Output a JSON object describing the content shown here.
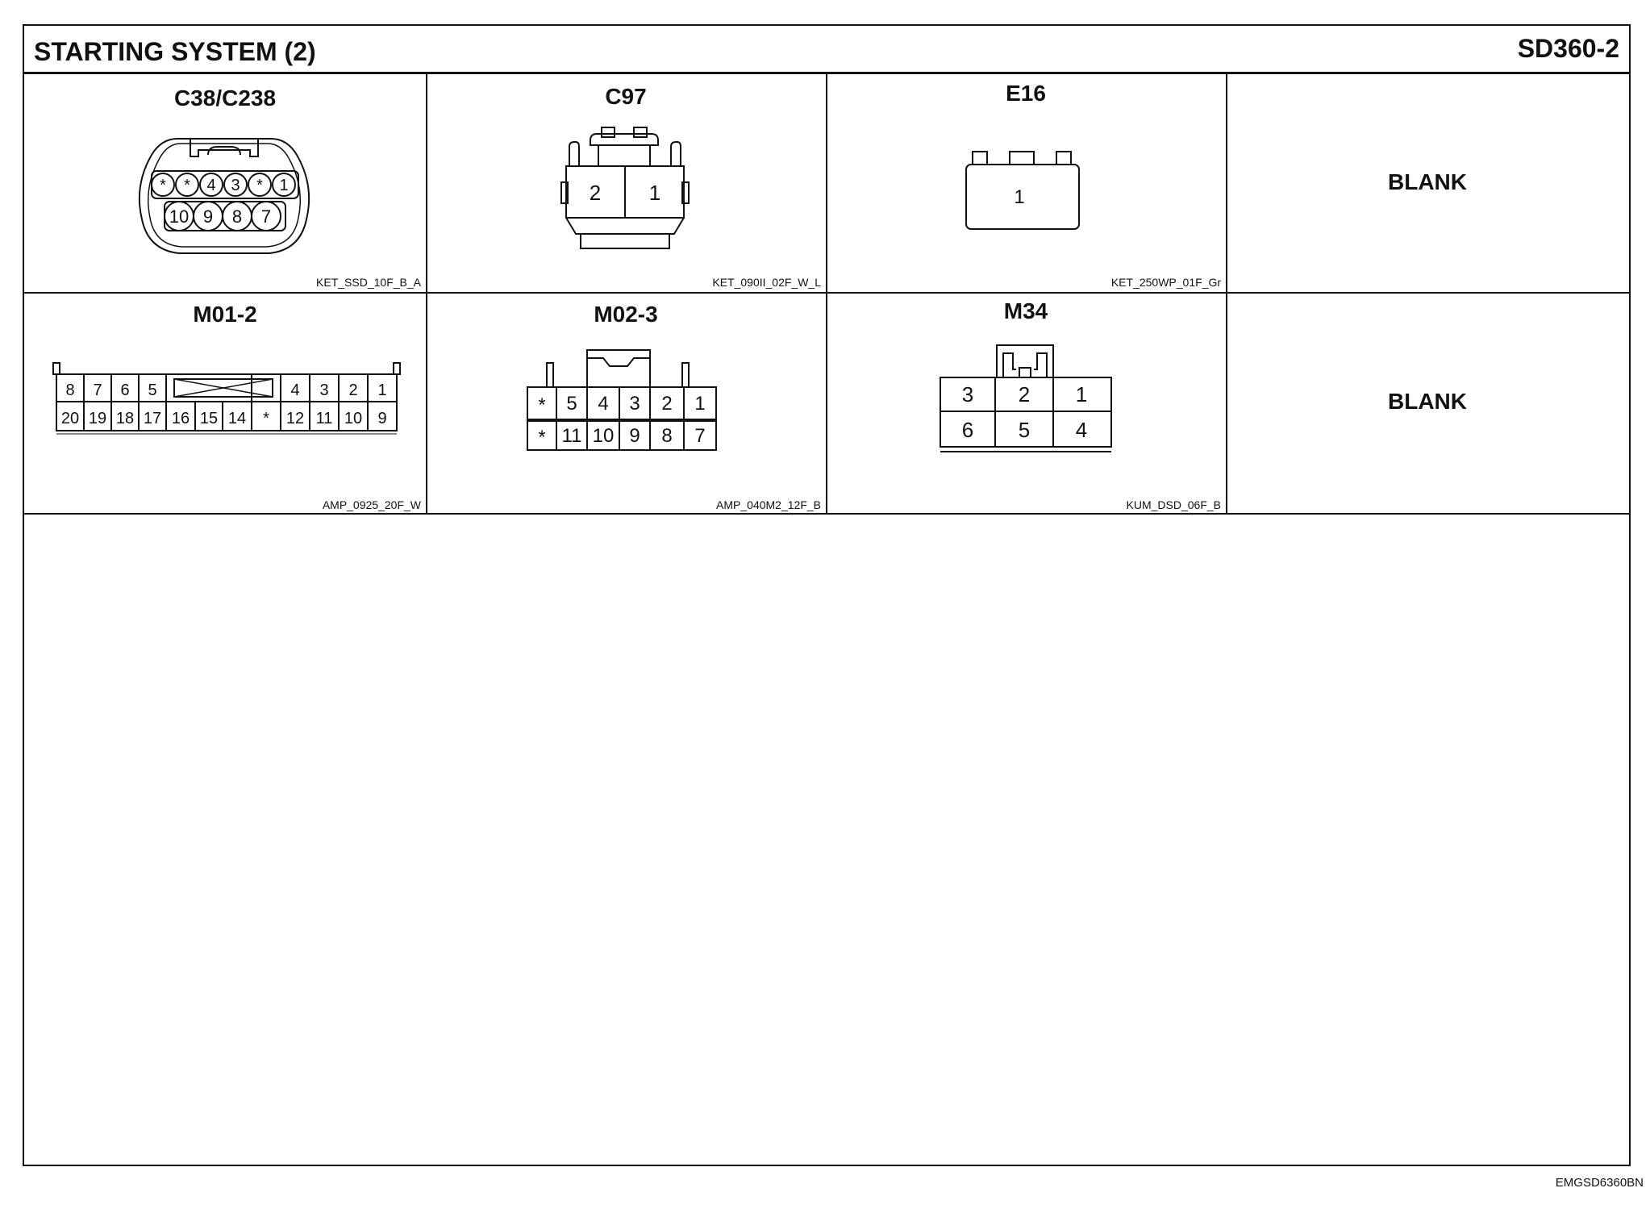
{
  "header": {
    "title": "STARTING SYSTEM (2)",
    "code": "SD360-2"
  },
  "connectors": [
    {
      "name": "C38/C238",
      "part_code": "KET_SSD_10F_B_A",
      "pins_top": [
        "*",
        "*",
        "4",
        "3",
        "*",
        "1"
      ],
      "pins_bottom": [
        "10",
        "9",
        "8",
        "7"
      ]
    },
    {
      "name": "C97",
      "part_code": "KET_090II_02F_W_L",
      "pins": [
        "2",
        "1"
      ]
    },
    {
      "name": "E16",
      "part_code": "KET_250WP_01F_Gr",
      "pins": [
        "1"
      ]
    },
    {
      "name": "M01-2",
      "part_code": "AMP_0925_20F_W",
      "pins_top": [
        "8",
        "7",
        "6",
        "5",
        "4",
        "3",
        "2",
        "1"
      ],
      "pins_bottom": [
        "20",
        "19",
        "18",
        "17",
        "16",
        "15",
        "14",
        "*",
        "12",
        "11",
        "10",
        "9"
      ]
    },
    {
      "name": "M02-3",
      "part_code": "AMP_040M2_12F_B",
      "pins_top": [
        "*",
        "5",
        "4",
        "3",
        "2",
        "1"
      ],
      "pins_bottom": [
        "*",
        "11",
        "10",
        "9",
        "8",
        "7"
      ]
    },
    {
      "name": "M34",
      "part_code": "KUM_DSD_06F_B",
      "pins_top": [
        "3",
        "2",
        "1"
      ],
      "pins_bottom": [
        "6",
        "5",
        "4"
      ]
    }
  ],
  "blanks": [
    "BLANK",
    "BLANK"
  ],
  "footer": {
    "code": "EMGSD6360BN"
  }
}
